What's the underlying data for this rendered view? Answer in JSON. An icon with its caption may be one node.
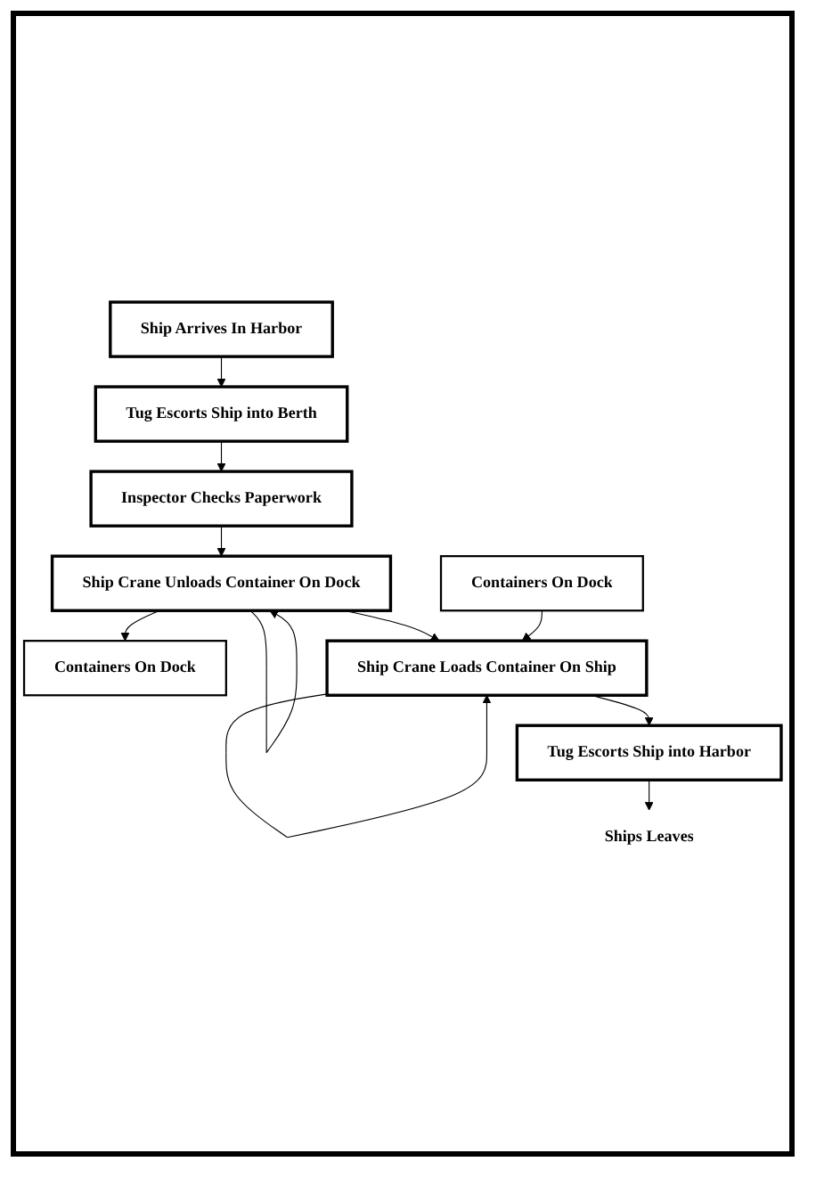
{
  "diagram": {
    "nodes": [
      {
        "text": [
          "Ship Arrives In Harbor"
        ]
      },
      {
        "text": [
          "Tug Escorts Ship into Berth"
        ]
      },
      {
        "text": [
          "Inspector Checks Paperwork"
        ]
      },
      {
        "text": [
          "Ship Crane Unloads Container On Dock"
        ]
      },
      {
        "text": [
          "Containers On Dock"
        ]
      },
      {
        "text": [
          "Ship Crane Loads Container On Ship"
        ]
      },
      {
        "text": [
          "Containers On Dock"
        ]
      },
      {
        "text": [
          "Tug Escorts Ship into Harbor"
        ]
      },
      {
        "text": [
          "Ships Leaves"
        ]
      }
    ],
    "edges": [
      {
        "from": 0,
        "to": 1,
        "arrow": "to"
      },
      {
        "from": 1,
        "to": 2,
        "arrow": "to"
      },
      {
        "from": 2,
        "to": 3,
        "arrow": "to"
      },
      {
        "from": 3,
        "to": 3,
        "arrow": "to"
      },
      {
        "from": 3,
        "to": 4,
        "arrow": "to"
      },
      {
        "from": 3,
        "to": 5,
        "arrow": "to"
      },
      {
        "from": 5,
        "to": 5,
        "arrow": "to"
      },
      {
        "from": 6,
        "to": 5,
        "arrow": "to"
      },
      {
        "from": 5,
        "to": 7,
        "arrow": "to"
      },
      {
        "from": 7,
        "to": 8,
        "arrow": "to"
      }
    ]
  }
}
